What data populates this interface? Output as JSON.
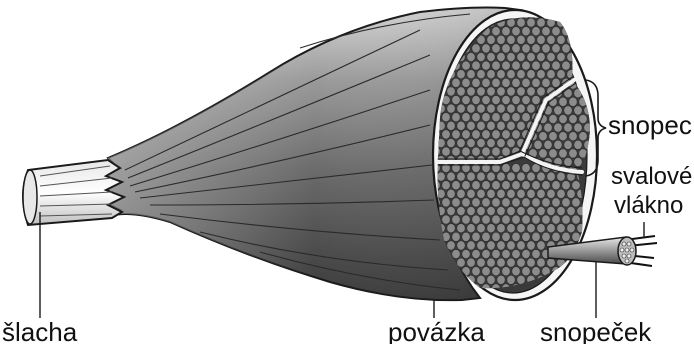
{
  "labels": {
    "tendon": "šlacha",
    "fascia": "povázka",
    "fascicle": "snopec",
    "muscle_fiber_line1": "svalové",
    "muscle_fiber_line2": "vlákno",
    "small_fascicle": "snopeček"
  },
  "colors": {
    "outline": "#1a1a1a",
    "muscle_dark": "#4a4a4a",
    "muscle_mid": "#8a8a8a",
    "muscle_light": "#d8d8d8",
    "fiber_fill": "#8c8c8c",
    "fiber_edge": "#2e2e2e",
    "fascicle_bg": "#3c3c3c",
    "sheath": "#f4f4f4",
    "tendon_light": "#f2f2f2"
  }
}
